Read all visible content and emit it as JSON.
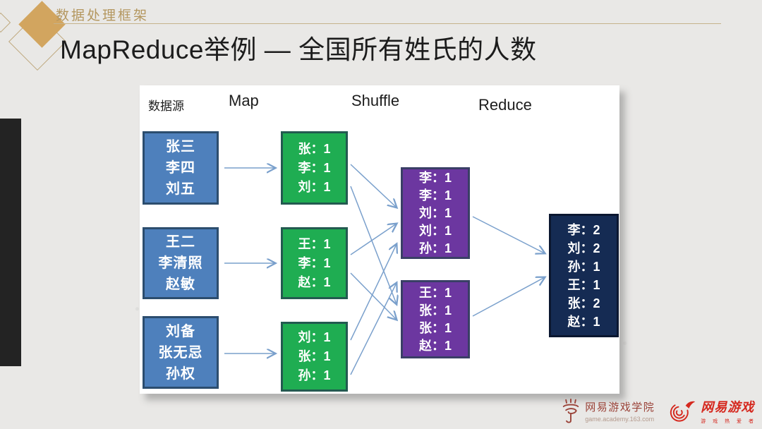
{
  "slide": {
    "section_header": "数据处理框架",
    "title": "MapReduce举例 — 全国所有姓氏的人数"
  },
  "diagram": {
    "columns": {
      "source": "数据源",
      "map": "Map",
      "shuffle": "Shuffle",
      "reduce": "Reduce"
    },
    "source_boxes": [
      [
        "张三",
        "李四",
        "刘五"
      ],
      [
        "王二",
        "李清照",
        "赵敏"
      ],
      [
        "刘备",
        "张无忌",
        "孙权"
      ]
    ],
    "map_boxes": [
      [
        "张：1",
        "李：1",
        "刘：1"
      ],
      [
        "王：1",
        "李：1",
        "赵：1"
      ],
      [
        "刘：1",
        "张：1",
        "孙：1"
      ]
    ],
    "shuffle_boxes": [
      [
        "李：1",
        "李：1",
        "刘：1",
        "刘：1",
        "孙：1"
      ],
      [
        "王：1",
        "张：1",
        "张：1",
        "赵：1"
      ]
    ],
    "reduce_box": [
      "李：2",
      "刘：2",
      "孙：1",
      "王：1",
      "张：2",
      "赵：1"
    ],
    "colors": {
      "source_fill": "#4E80BC",
      "source_border": "#2C4D6E",
      "map_fill": "#1FAD52",
      "map_border": "#235A50",
      "shuffle_fill": "#6C37A0",
      "shuffle_border": "#3A3F66",
      "reduce_fill": "#152B53",
      "reduce_border": "#0B1730",
      "arrow": "#7AA0CC",
      "accent_gold": "#D2A55F"
    }
  },
  "footer": {
    "academy": {
      "name": "网易游戏学院",
      "url": "game.academy.163.com"
    },
    "brand": {
      "name": "网易游戏",
      "tagline": "游 戏 热 爱 者"
    }
  }
}
